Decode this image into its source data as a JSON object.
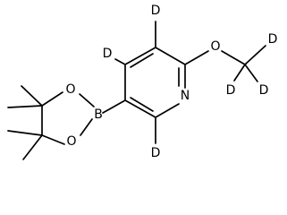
{
  "molecule": {
    "atoms": {
      "n1": "N",
      "o_methoxy": "O",
      "b": "B",
      "o_ring_top": "O",
      "o_ring_bottom": "O",
      "d_ring_top": "D",
      "d_ring_upper_left": "D",
      "d_ring_lower": "D",
      "d_methyl_top": "D",
      "d_methyl_right": "D",
      "d_methyl_bottom": "D"
    }
  }
}
